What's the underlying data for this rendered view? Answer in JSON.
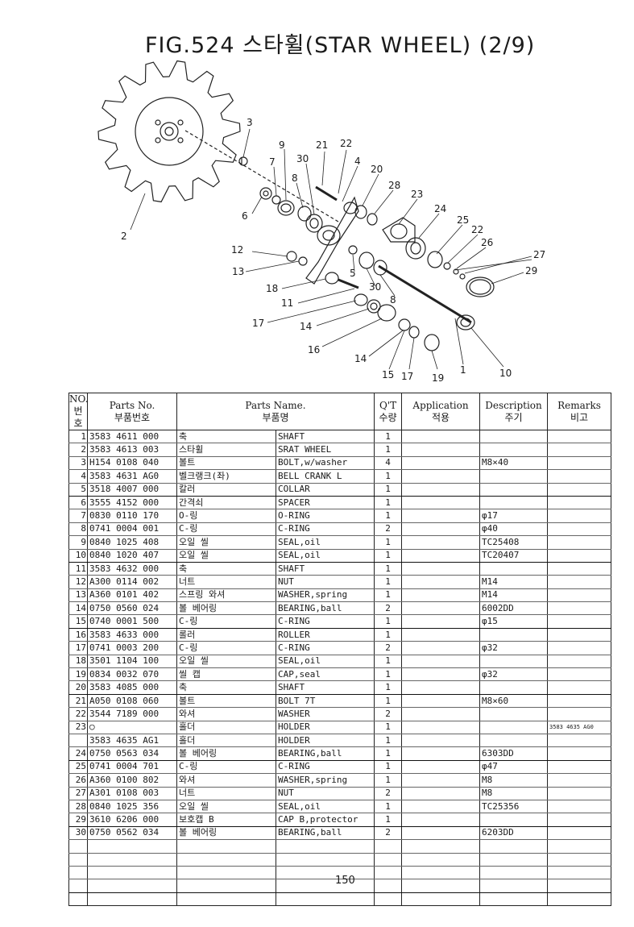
{
  "page": {
    "title": "FIG.524 스타휠(STAR WHEEL) (2/9)",
    "page_number": "150"
  },
  "diagram": {
    "callouts": [
      "3",
      "9",
      "21",
      "22",
      "7",
      "30",
      "4",
      "20",
      "8",
      "28",
      "23",
      "6",
      "24",
      "25",
      "22",
      "2",
      "26",
      "12",
      "27",
      "13",
      "5",
      "29",
      "18",
      "30",
      "11",
      "8",
      "17",
      "14",
      "16",
      "14",
      "15",
      "17",
      "19",
      "1",
      "10"
    ]
  },
  "table": {
    "headers": {
      "no_en": "NO.",
      "no_ko": "번호",
      "parts_no_en": "Parts No.",
      "parts_no_ko": "부품번호",
      "parts_name_en": "Parts Name.",
      "parts_name_ko": "부품명",
      "qt_en": "Q'T",
      "qt_ko": "수량",
      "application_en": "Application",
      "application_ko": "적용",
      "description_en": "Description",
      "description_ko": "주기",
      "remarks_en": "Remarks",
      "remarks_ko": "비고"
    },
    "rows": [
      {
        "no": "1",
        "part": "3583 4611 000",
        "kr": "축",
        "en": "SHAFT",
        "qt": "1",
        "app": "",
        "desc": "",
        "rem": ""
      },
      {
        "no": "2",
        "part": "3583 4613 003",
        "kr": "스타휠",
        "en": "SRAT WHEEL",
        "qt": "1",
        "app": "",
        "desc": "",
        "rem": ""
      },
      {
        "no": "3",
        "part": "H154 0108 040",
        "kr": "볼트",
        "en": "BOLT,w/washer",
        "qt": "4",
        "app": "",
        "desc": "M8×40",
        "rem": ""
      },
      {
        "no": "4",
        "part": "3583 4631 AG0",
        "kr": "벨크랭크(좌)",
        "en": "BELL CRANK L",
        "qt": "1",
        "app": "",
        "desc": "",
        "rem": ""
      },
      {
        "no": "5",
        "part": "3518 4007 000",
        "kr": "칼러",
        "en": "COLLAR",
        "qt": "1",
        "app": "",
        "desc": "",
        "rem": ""
      },
      {
        "no": "6",
        "part": "3555 4152 000",
        "kr": "간격쇠",
        "en": "SPACER",
        "qt": "1",
        "app": "",
        "desc": "",
        "rem": ""
      },
      {
        "no": "7",
        "part": "0830 0110 170",
        "kr": "O-링",
        "en": "O-RING",
        "qt": "1",
        "app": "",
        "desc": "φ17",
        "rem": ""
      },
      {
        "no": "8",
        "part": "0741 0004 001",
        "kr": "C-링",
        "en": "C-RING",
        "qt": "2",
        "app": "",
        "desc": "φ40",
        "rem": ""
      },
      {
        "no": "9",
        "part": "0840 1025 408",
        "kr": "오일 씰",
        "en": "SEAL,oil",
        "qt": "1",
        "app": "",
        "desc": "TC25408",
        "rem": ""
      },
      {
        "no": "10",
        "part": "0840 1020 407",
        "kr": "오일 씰",
        "en": "SEAL,oil",
        "qt": "1",
        "app": "",
        "desc": "TC20407",
        "rem": ""
      },
      {
        "no": "11",
        "part": "3583 4632 000",
        "kr": "축",
        "en": "SHAFT",
        "qt": "1",
        "app": "",
        "desc": "",
        "rem": ""
      },
      {
        "no": "12",
        "part": "A300 0114 002",
        "kr": "너트",
        "en": "NUT",
        "qt": "1",
        "app": "",
        "desc": "M14",
        "rem": ""
      },
      {
        "no": "13",
        "part": "A360 0101 402",
        "kr": "스프링 와셔",
        "en": "WASHER,spring",
        "qt": "1",
        "app": "",
        "desc": "M14",
        "rem": ""
      },
      {
        "no": "14",
        "part": "0750 0560 024",
        "kr": "볼 베어링",
        "en": "BEARING,ball",
        "qt": "2",
        "app": "",
        "desc": "6002DD",
        "rem": ""
      },
      {
        "no": "15",
        "part": "0740 0001 500",
        "kr": "C-링",
        "en": "C-RING",
        "qt": "1",
        "app": "",
        "desc": "φ15",
        "rem": ""
      },
      {
        "no": "16",
        "part": "3583 4633 000",
        "kr": "롤러",
        "en": "ROLLER",
        "qt": "1",
        "app": "",
        "desc": "",
        "rem": ""
      },
      {
        "no": "17",
        "part": "0741 0003 200",
        "kr": "C-링",
        "en": "C-RING",
        "qt": "2",
        "app": "",
        "desc": "φ32",
        "rem": ""
      },
      {
        "no": "18",
        "part": "3501 1104 100",
        "kr": "오일 씰",
        "en": "SEAL,oil",
        "qt": "1",
        "app": "",
        "desc": "",
        "rem": ""
      },
      {
        "no": "19",
        "part": "0834 0032 070",
        "kr": "씰 캡",
        "en": "CAP,seal",
        "qt": "1",
        "app": "",
        "desc": "φ32",
        "rem": ""
      },
      {
        "no": "20",
        "part": "3583 4085 000",
        "kr": "축",
        "en": "SHAFT",
        "qt": "1",
        "app": "",
        "desc": "",
        "rem": ""
      },
      {
        "no": "21",
        "part": "A050 0108 060",
        "kr": "볼트",
        "en": "BOLT 7T",
        "qt": "1",
        "app": "",
        "desc": "M8×60",
        "rem": ""
      },
      {
        "no": "22",
        "part": "3544 7189 000",
        "kr": "와셔",
        "en": "WASHER",
        "qt": "2",
        "app": "",
        "desc": "",
        "rem": ""
      },
      {
        "no": "23",
        "part": "○",
        "kr": "홀더",
        "en": "HOLDER",
        "qt": "1",
        "app": "",
        "desc": "",
        "rem": "3583 4635 AG0"
      },
      {
        "no": "",
        "part": "3583 4635 AG1",
        "kr": "홀더",
        "en": "HOLDER",
        "qt": "1",
        "app": "",
        "desc": "",
        "rem": ""
      },
      {
        "no": "24",
        "part": "0750 0563 034",
        "kr": "볼 베어링",
        "en": "BEARING,ball",
        "qt": "1",
        "app": "",
        "desc": "6303DD",
        "rem": ""
      },
      {
        "no": "25",
        "part": "0741 0004 701",
        "kr": "C-링",
        "en": "C-RING",
        "qt": "1",
        "app": "",
        "desc": "φ47",
        "rem": ""
      },
      {
        "no": "26",
        "part": "A360 0100 802",
        "kr": "와셔",
        "en": "WASHER,spring",
        "qt": "1",
        "app": "",
        "desc": "M8",
        "rem": ""
      },
      {
        "no": "27",
        "part": "A301 0108 003",
        "kr": "너트",
        "en": "NUT",
        "qt": "2",
        "app": "",
        "desc": "M8",
        "rem": ""
      },
      {
        "no": "28",
        "part": "0840 1025 356",
        "kr": "오일 씰",
        "en": "SEAL,oil",
        "qt": "1",
        "app": "",
        "desc": "TC25356",
        "rem": ""
      },
      {
        "no": "29",
        "part": "3610 6206 000",
        "kr": "보호캡 B",
        "en": "CAP B,protector",
        "qt": "1",
        "app": "",
        "desc": "",
        "rem": ""
      },
      {
        "no": "30",
        "part": "0750 0562 034",
        "kr": "볼 베어링",
        "en": "BEARING,ball",
        "qt": "2",
        "app": "",
        "desc": "6203DD",
        "rem": ""
      },
      {
        "no": "",
        "part": "",
        "kr": "",
        "en": "",
        "qt": "",
        "app": "",
        "desc": "",
        "rem": ""
      },
      {
        "no": "",
        "part": "",
        "kr": "",
        "en": "",
        "qt": "",
        "app": "",
        "desc": "",
        "rem": ""
      },
      {
        "no": "",
        "part": "",
        "kr": "",
        "en": "",
        "qt": "",
        "app": "",
        "desc": "",
        "rem": ""
      },
      {
        "no": "",
        "part": "",
        "kr": "",
        "en": "",
        "qt": "",
        "app": "",
        "desc": "",
        "rem": ""
      },
      {
        "no": "",
        "part": "",
        "kr": "",
        "en": "",
        "qt": "",
        "app": "",
        "desc": "",
        "rem": ""
      }
    ]
  }
}
